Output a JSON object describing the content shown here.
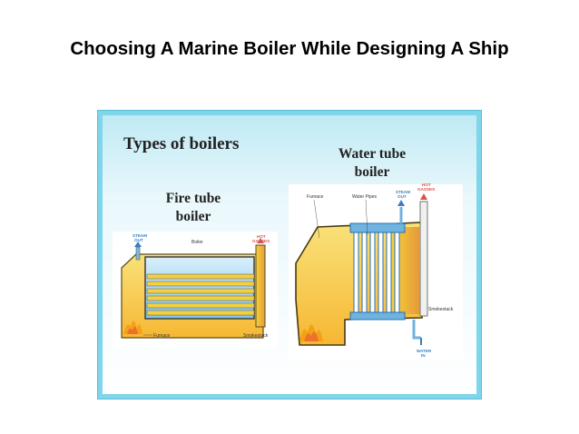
{
  "slide": {
    "title": "Choosing A Marine Boiler While Designing A Ship"
  },
  "figure": {
    "heading": "Types of boilers",
    "fire_tube": {
      "title_line1": "Fire tube",
      "title_line2": "boiler",
      "labels": {
        "steam_line1": "STEAM",
        "steam_line2": "OUT",
        "boiler": "Boiler",
        "hot_line1": "HOT",
        "hot_line2": "GASSES",
        "furnace": "Furnace",
        "smokestack": "Smokestack"
      }
    },
    "water_tube": {
      "title_line1": "Water tube",
      "title_line2": "boiler",
      "labels": {
        "furnace": "Furnace",
        "water_pipes": "Water Pipes",
        "steam_line1": "STEAM",
        "steam_line2": "OUT",
        "hot_line1": "HOT",
        "hot_line2": "GASSES",
        "smokestack": "Smokestack",
        "water_line1": "WATER",
        "water_line2": "IN"
      }
    },
    "colors": {
      "frame": "#7fd6ea",
      "fire_yellow": "#f5d13a",
      "fire_orange": "#e8a53a",
      "water_blue": "#8fcfee",
      "pipe_blue": "#2a6fb0",
      "hot_red": "#d9534f",
      "steam_blue": "#3a7fc0"
    }
  }
}
